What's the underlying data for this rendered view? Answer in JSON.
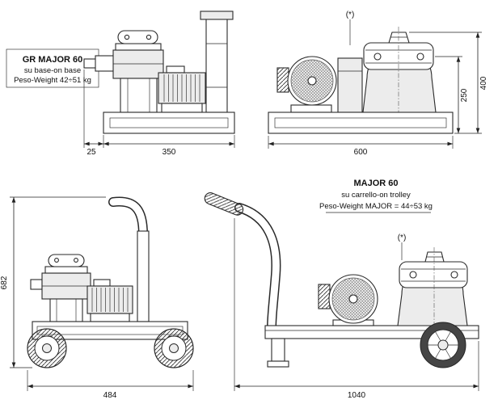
{
  "drawing": {
    "background": "#ffffff",
    "line_color": "#2a2a2a",
    "fill_light": "#ececec"
  },
  "base_model": {
    "title": "GR MAJOR 60",
    "subtitle": "su base-on base",
    "weight": "Peso-Weight 42÷51 kg",
    "note": "(*)",
    "dims": {
      "front_offset": "25",
      "front_width": "350",
      "side_height_total": "400",
      "side_height_port": "250",
      "side_length": "600"
    }
  },
  "trolley_model": {
    "title": "MAJOR 60",
    "subtitle": "su carrello-on trolley",
    "weight": "Peso-Weight MAJOR = 44÷53 kg",
    "note": "(*)",
    "dims": {
      "front_height": "682",
      "front_width": "484",
      "side_length": "1040"
    }
  }
}
